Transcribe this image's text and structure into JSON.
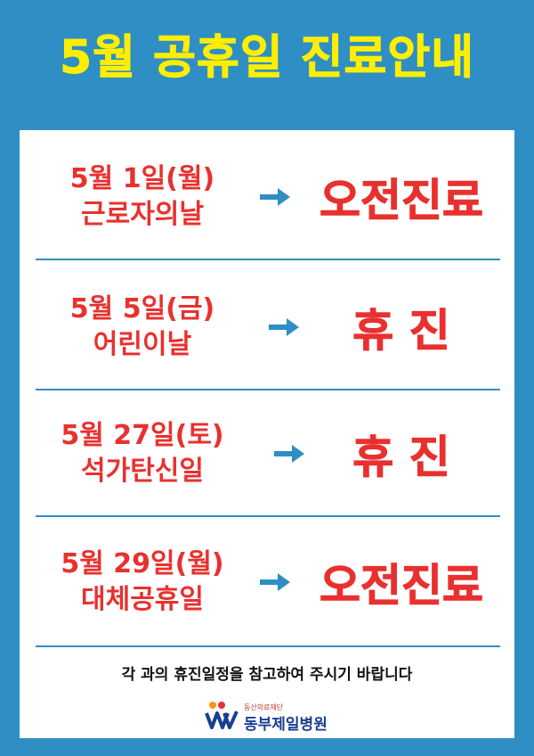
{
  "title": "5월 공휴일 진료안내",
  "rows": [
    {
      "date": "5월 1일(월)",
      "name": "근로자의날",
      "status": "오전진료"
    },
    {
      "date": "5월 5일(금)",
      "name": "어린이날",
      "status": "휴 진"
    },
    {
      "date": "5월 27일(토)",
      "name": "석가탄신일",
      "status": "휴 진"
    },
    {
      "date": "5월 29일(월)",
      "name": "대체공휴일",
      "status": "오전진료"
    }
  ],
  "note": "각 과의 휴진일정을 참고하여 주시기 바랍니다",
  "logo": {
    "subtitle": "동산의료재단",
    "name": "동부제일병원"
  },
  "colors": {
    "background": "#2f8fc4",
    "title": "#ffee00",
    "accent_red": "#e8312f",
    "arrow": "#2f8fc4"
  }
}
